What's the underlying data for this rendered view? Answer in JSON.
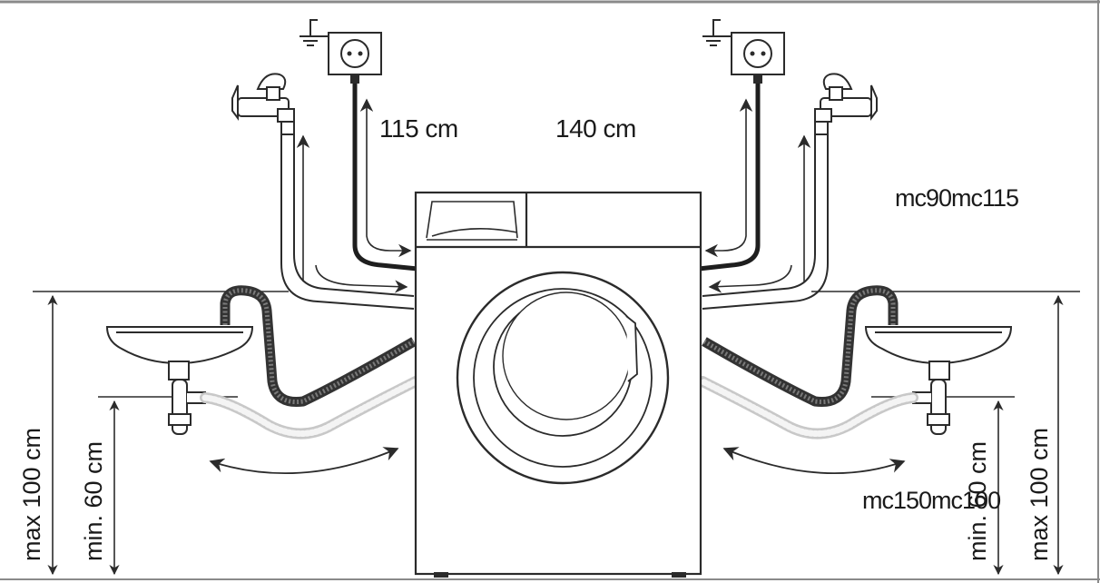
{
  "labels": {
    "cord_length": "115 cm",
    "hose_length": "140 cm",
    "model_overlap_top": "mc90mc115",
    "model_overlap_bottom": "mc150mc100",
    "max_height_left": "max 100 cm",
    "min_height_left": "min. 60 cm",
    "max_height_right": "max 100 cm",
    "min_height_right": "min. 60 cm"
  },
  "colors": {
    "line": "#2b2b2b",
    "hose_dark": "#333333",
    "hose_light": "#c8c8c8",
    "frame": "#8a8a8a"
  },
  "icons": [
    "ground-icon",
    "socket-icon",
    "tap-icon",
    "sink-icon",
    "washing-machine-icon"
  ]
}
